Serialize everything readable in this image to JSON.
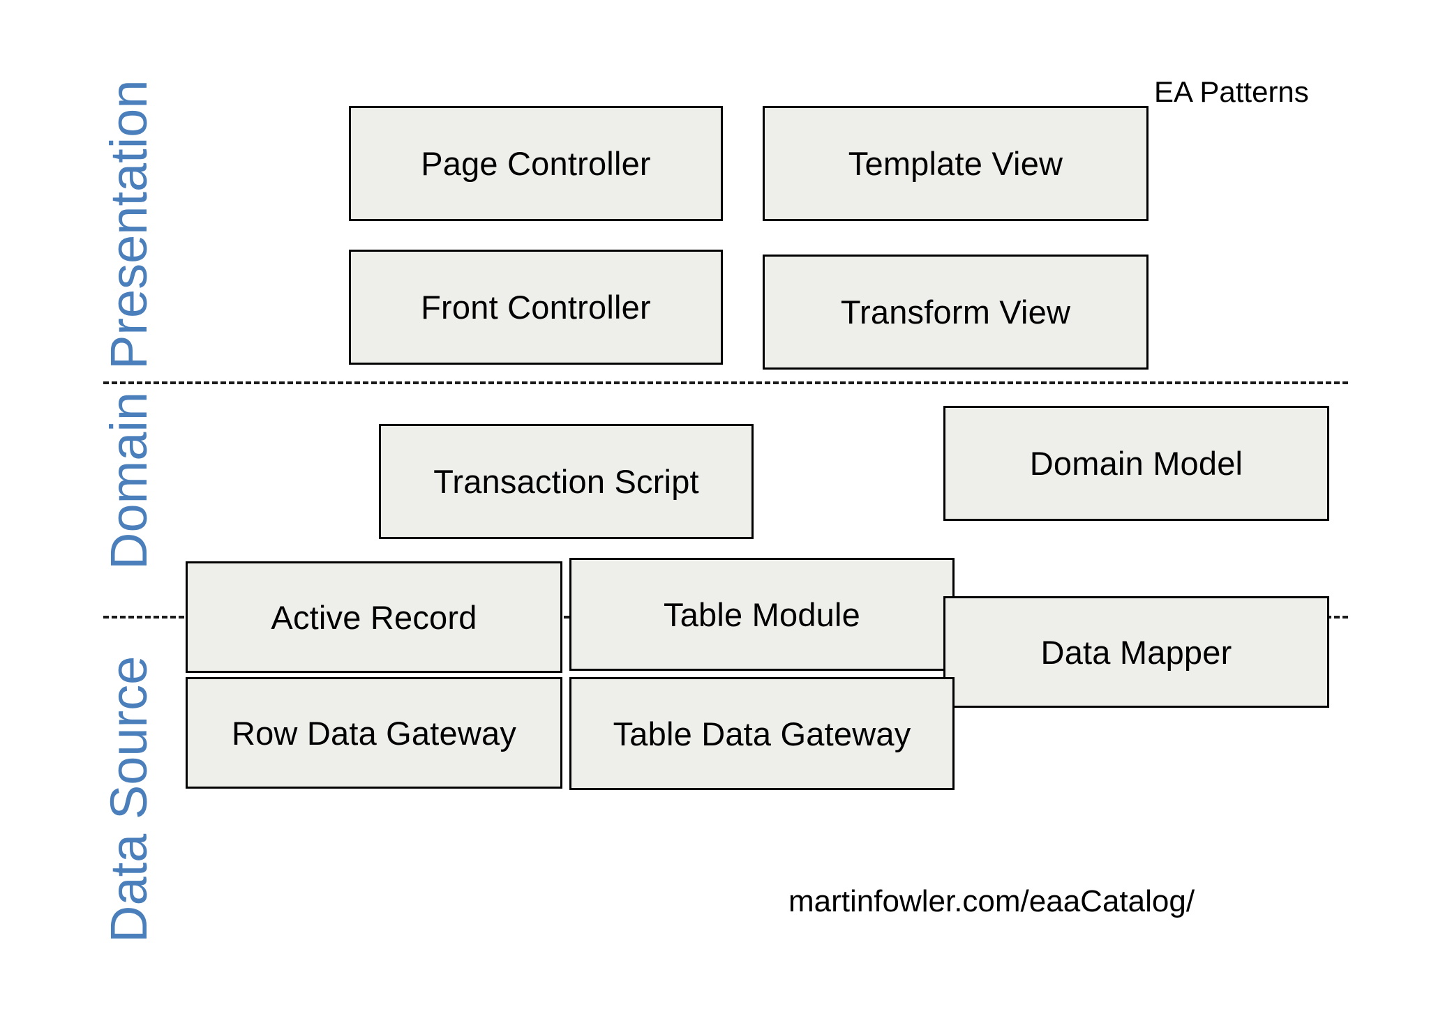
{
  "diagram": {
    "title": "EA Patterns",
    "footer_url": "martinfowler.com/eaaCatalog/",
    "accent_color": "#4a7fbb",
    "box_fill": "#eeeeea",
    "box_border": "#000000",
    "layers": [
      {
        "id": "presentation",
        "label": "Presentation"
      },
      {
        "id": "domain",
        "label": "Domain"
      },
      {
        "id": "data-source",
        "label": "Data Source"
      }
    ],
    "boxes": [
      {
        "id": "page-controller",
        "label": "Page Controller",
        "layer": "presentation"
      },
      {
        "id": "template-view",
        "label": "Template View",
        "layer": "presentation"
      },
      {
        "id": "front-controller",
        "label": "Front Controller",
        "layer": "presentation"
      },
      {
        "id": "transform-view",
        "label": "Transform View",
        "layer": "presentation"
      },
      {
        "id": "transaction-script",
        "label": "Transaction Script",
        "layer": "domain"
      },
      {
        "id": "domain-model",
        "label": "Domain Model",
        "layer": "domain"
      },
      {
        "id": "active-record",
        "label": "Active Record",
        "layer": "domain-datasource"
      },
      {
        "id": "table-module",
        "label": "Table Module",
        "layer": "domain-datasource"
      },
      {
        "id": "data-mapper",
        "label": "Data Mapper",
        "layer": "domain-datasource"
      },
      {
        "id": "row-data-gateway",
        "label": "Row Data Gateway",
        "layer": "data-source"
      },
      {
        "id": "table-data-gateway",
        "label": "Table Data Gateway",
        "layer": "data-source"
      }
    ]
  }
}
